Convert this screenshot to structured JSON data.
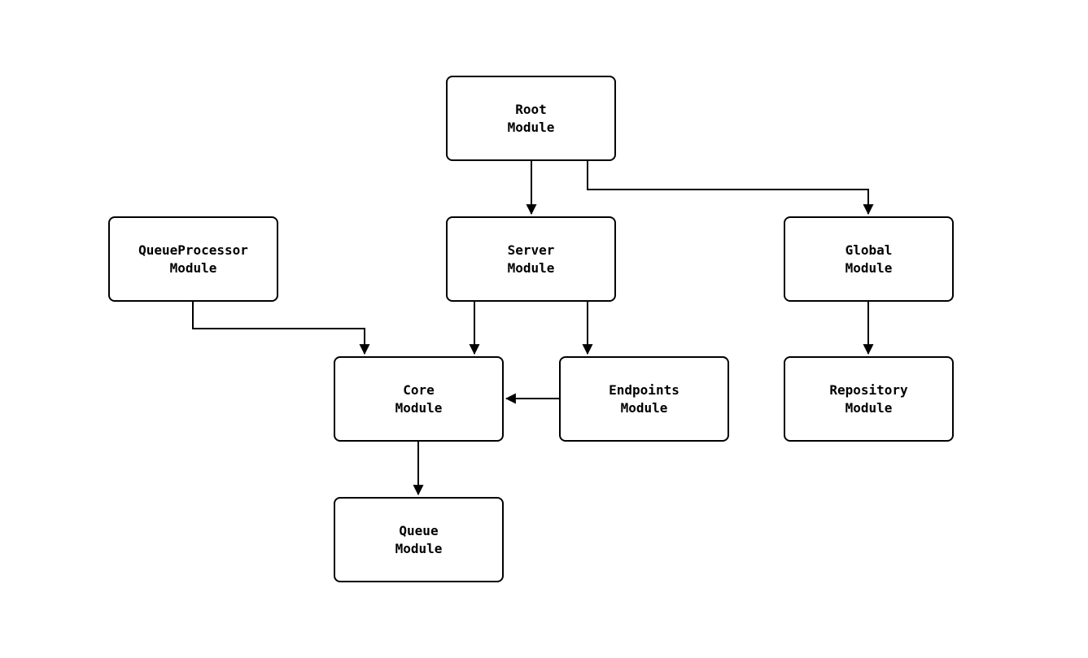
{
  "diagram": {
    "type": "module-dependency-graph",
    "background": "#ffffff",
    "colors": {
      "node_border": "#000000",
      "node_fill": "#ffffff",
      "edge": "#000000",
      "text": "#000000"
    },
    "nodes": {
      "root": {
        "label": "Root\nModule"
      },
      "queueprocessor": {
        "label": "QueueProcessor\nModule"
      },
      "server": {
        "label": "Server\nModule"
      },
      "global": {
        "label": "Global\nModule"
      },
      "core": {
        "label": "Core\nModule"
      },
      "endpoints": {
        "label": "Endpoints\nModule"
      },
      "repository": {
        "label": "Repository\nModule"
      },
      "queue": {
        "label": "Queue\nModule"
      }
    },
    "edges": [
      {
        "from": "Root Module",
        "to": "Server Module"
      },
      {
        "from": "Root Module",
        "to": "Global Module"
      },
      {
        "from": "QueueProcessor Module",
        "to": "Core Module"
      },
      {
        "from": "Server Module",
        "to": "Core Module"
      },
      {
        "from": "Server Module",
        "to": "Endpoints Module"
      },
      {
        "from": "Endpoints Module",
        "to": "Core Module"
      },
      {
        "from": "Global Module",
        "to": "Repository Module"
      },
      {
        "from": "Core Module",
        "to": "Queue Module"
      }
    ]
  }
}
